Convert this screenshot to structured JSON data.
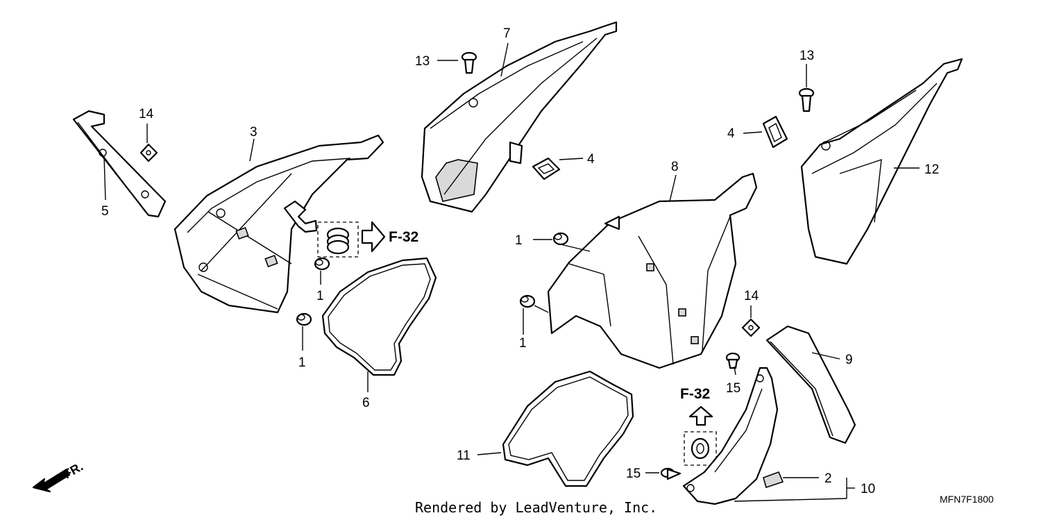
{
  "callouts": {
    "c1a": "1",
    "c1b": "1",
    "c1c": "1",
    "c1d": "1",
    "c2": "2",
    "c3": "3",
    "c4a": "4",
    "c4b": "4",
    "c5": "5",
    "c6": "6",
    "c7": "7",
    "c8": "8",
    "c9": "9",
    "c10": "10",
    "c11": "11",
    "c12": "12",
    "c13a": "13",
    "c13b": "13",
    "c14a": "14",
    "c14b": "14",
    "c15a": "15",
    "c15b": "15"
  },
  "references": {
    "left": "F-32",
    "bottom": "F-32"
  },
  "front_indicator": "FR.",
  "diagram_code": "MFN7F1800",
  "credit": "Rendered by LeadVenture, Inc."
}
